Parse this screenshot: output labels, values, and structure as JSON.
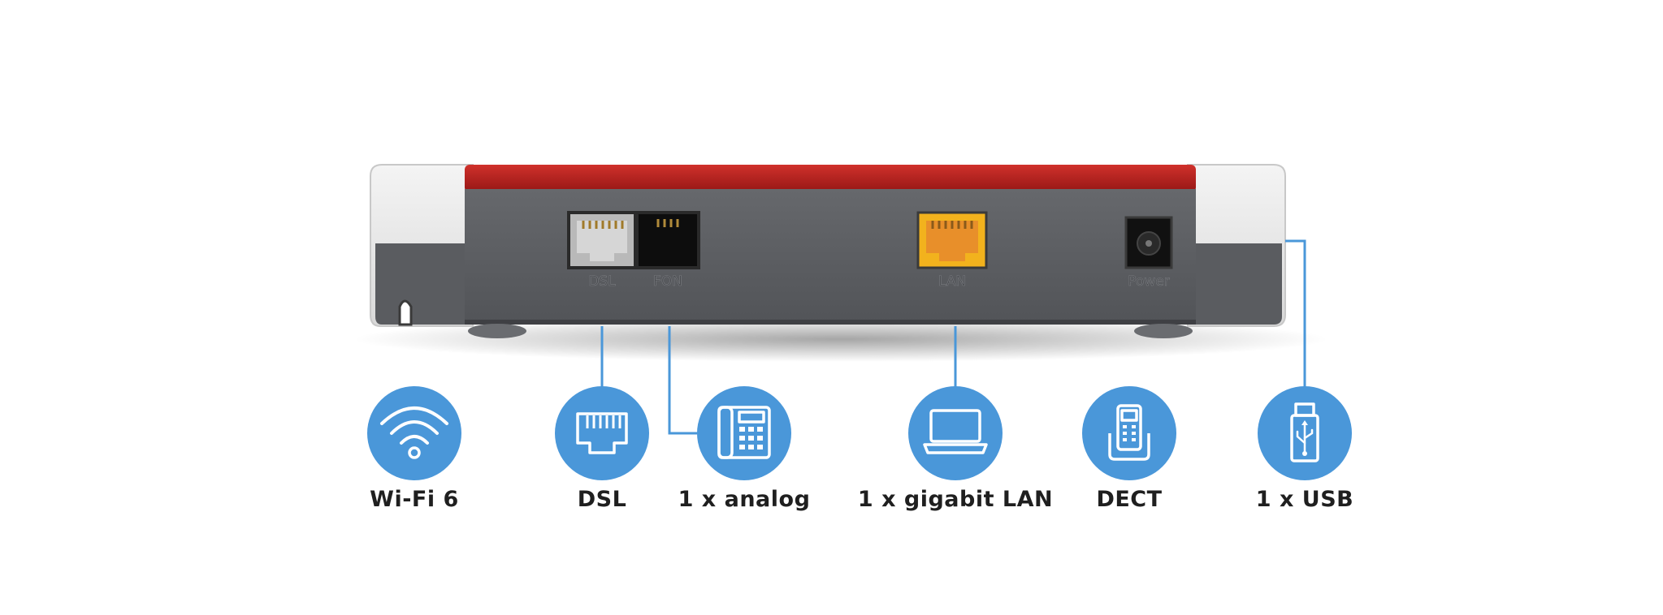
{
  "device": {
    "port_labels": {
      "dsl": "DSL",
      "fon": "FON",
      "lan": "LAN",
      "power": "Power"
    }
  },
  "features": [
    {
      "icon": "wifi-icon",
      "label": "Wi-Fi 6"
    },
    {
      "icon": "ethernet-port-icon",
      "label": "DSL"
    },
    {
      "icon": "phone-icon",
      "label": "1 x analog"
    },
    {
      "icon": "laptop-icon",
      "label": "1 x gigabit LAN"
    },
    {
      "icon": "dect-handset-icon",
      "label": "DECT"
    },
    {
      "icon": "usb-stick-icon",
      "label": "1 x USB"
    }
  ],
  "colors": {
    "accent_blue": "#4a97d9",
    "router_red": "#b51f1f",
    "router_body": "#5d5f63",
    "lan_yellow": "#f2b21d"
  }
}
